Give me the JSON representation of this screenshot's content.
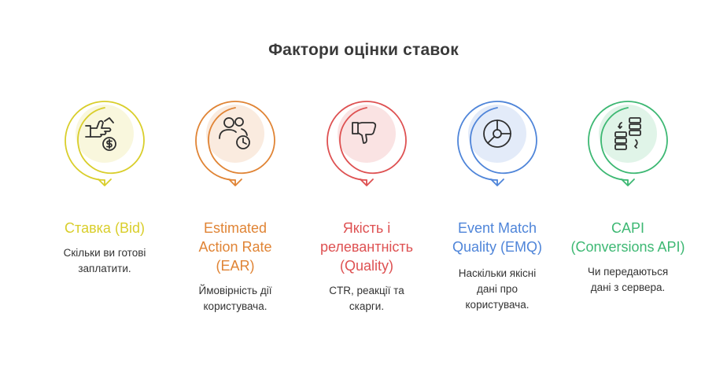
{
  "title": "Фактори оцінки ставок",
  "colors": {
    "title": "#3a3a3a",
    "description": "#333333"
  },
  "factors": [
    {
      "label": "Ставка (Bid)",
      "description": "Скільки ви готові\nзаплатити.",
      "icon": "hand-coin-icon",
      "color": "#D9CE2B"
    },
    {
      "label": "Estimated\nAction Rate\n(EAR)",
      "description": "Ймовірність дії\nкористувача.",
      "icon": "users-clock-icon",
      "color": "#E08435"
    },
    {
      "label": "Якість і\nрелевантність\n(Quality)",
      "description": "CTR, реакції та\nскарги.",
      "icon": "thumbs-down-icon",
      "color": "#DE5152"
    },
    {
      "label": "Event Match\nQuality (EMQ)",
      "description": "Наскільки якісні\nдані про\nкористувача.",
      "icon": "pie-chart-icon",
      "color": "#4F85D9"
    },
    {
      "label": "CAPI\n(Conversions API)",
      "description": "Чи передаються\nдані з сервера.",
      "icon": "server-sync-icon",
      "color": "#3DB873"
    }
  ]
}
